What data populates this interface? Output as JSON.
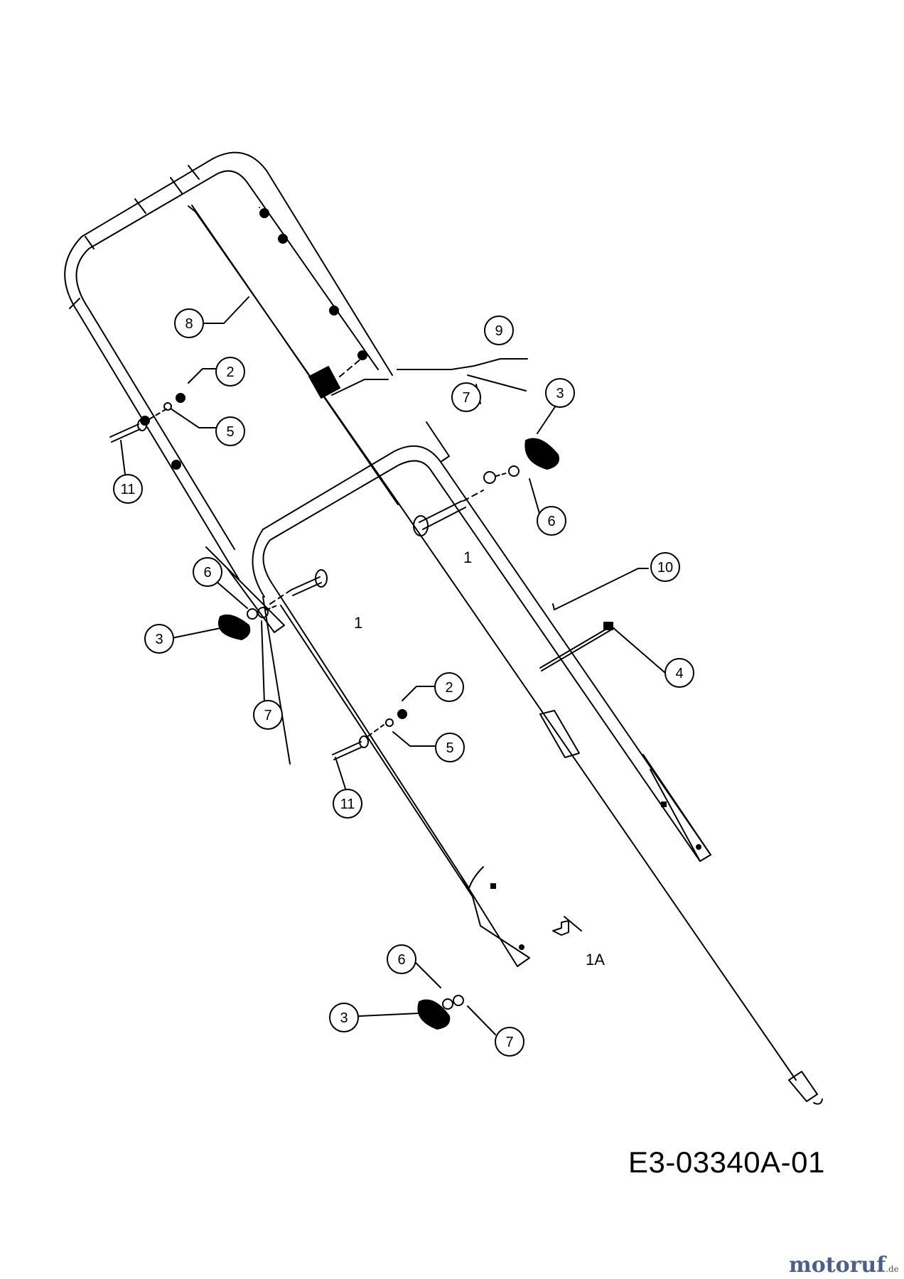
{
  "drawing_number": "E3-03340A-01",
  "watermark": {
    "text": "motoruf",
    "suffix": ".de"
  },
  "callouts": {
    "c8": "8",
    "c9": "9",
    "c2a": "2",
    "c5a": "5",
    "c11a": "11",
    "c7a": "7",
    "c3a": "3",
    "c6a": "6",
    "c10": "10",
    "c4": "4",
    "c6b": "6",
    "c3b": "3",
    "c7b": "7",
    "c2b": "2",
    "c5b": "5",
    "c11b": "11",
    "c6c": "6",
    "c3c": "3",
    "c7c": "7"
  },
  "labels": {
    "bolt_a": "1",
    "bolt_b": "1",
    "bolt_1a": "1A"
  }
}
